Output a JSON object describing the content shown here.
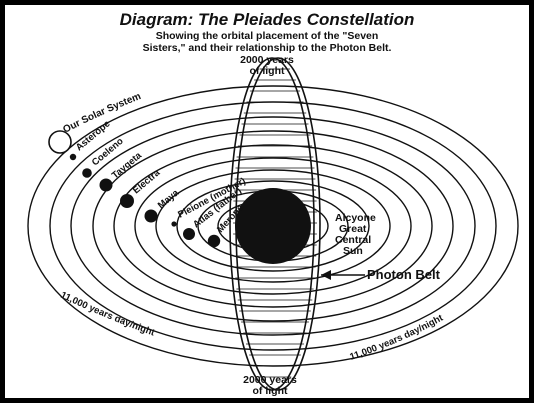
{
  "title": "Diagram: The Pleiades Constellation",
  "subtitle_line1": "Showing the orbital placement of the \"Seven",
  "subtitle_line2": "Sisters,\" and their relationship to the Photon Belt.",
  "top_label_line1": "2000 years",
  "top_label_line2": "of light",
  "bottom_label_line1": "2000 years",
  "bottom_label_line2": "of light",
  "solar_system_label": "Our Solar System",
  "central_sun_lines": [
    "Alcyone",
    "Great",
    "Central",
    "Sun"
  ],
  "photon_belt_label": "Photon Belt",
  "left_cycle_label": "11,000 years day/night",
  "right_cycle_label": "11,000 years day/night",
  "stars": [
    {
      "name": "Asterope"
    },
    {
      "name": "Coeleno"
    },
    {
      "name": "Taygeta"
    },
    {
      "name": "Electra"
    },
    {
      "name": "Maya"
    },
    {
      "name": "Pleione (mother)"
    },
    {
      "name": "Atlas (father)"
    },
    {
      "name": "Merope"
    }
  ],
  "colors": {
    "ink": "#111111",
    "frame": "#000000",
    "paper": "#ffffff"
  }
}
